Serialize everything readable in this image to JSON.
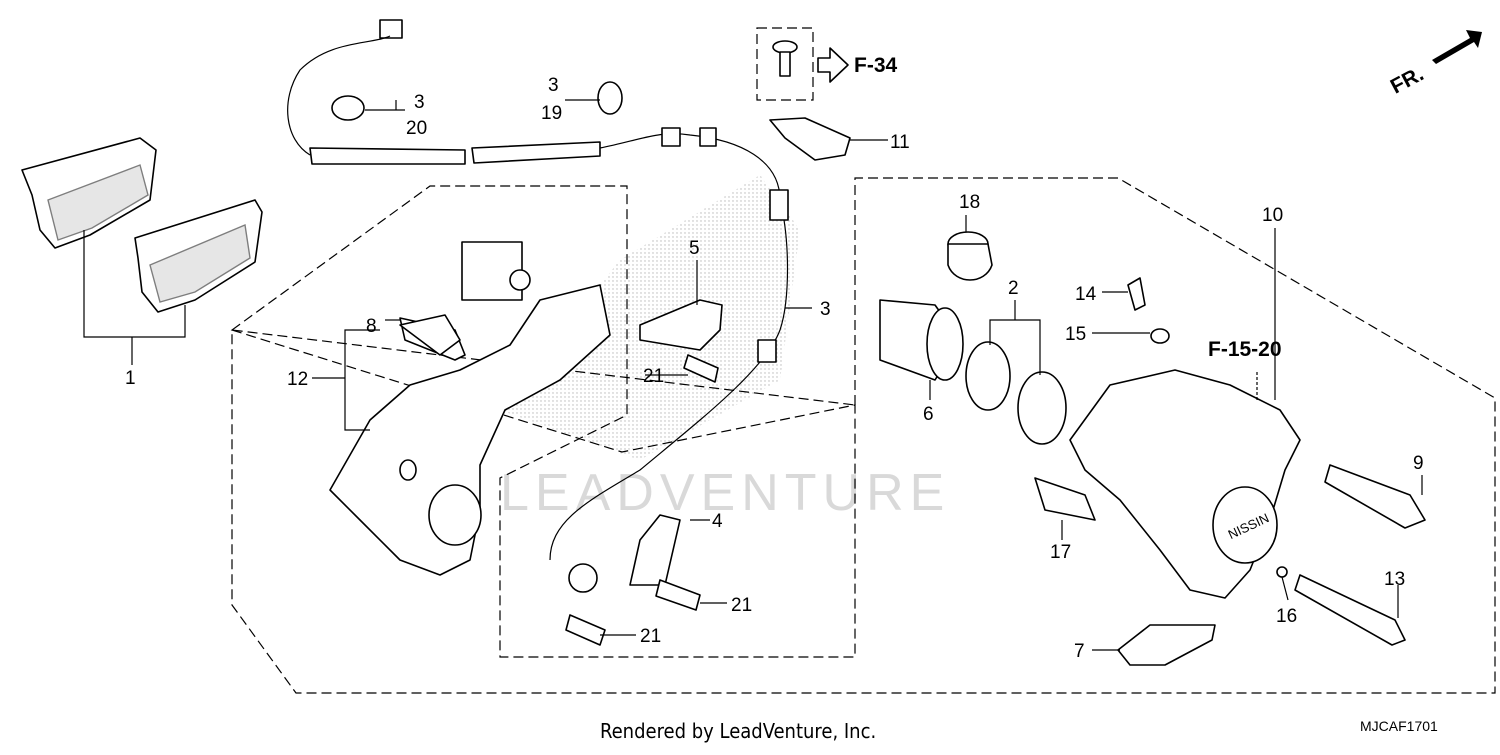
{
  "diagram": {
    "callouts": [
      {
        "id": "c1",
        "text": "1"
      },
      {
        "id": "c2",
        "text": "2"
      },
      {
        "id": "c3a",
        "text": "3"
      },
      {
        "id": "c20",
        "text": "20"
      },
      {
        "id": "c3b",
        "text": "3"
      },
      {
        "id": "c19",
        "text": "19"
      },
      {
        "id": "c3c",
        "text": "3"
      },
      {
        "id": "c4",
        "text": "4"
      },
      {
        "id": "c5",
        "text": "5"
      },
      {
        "id": "c6",
        "text": "6"
      },
      {
        "id": "c7",
        "text": "7"
      },
      {
        "id": "c8",
        "text": "8"
      },
      {
        "id": "c9",
        "text": "9"
      },
      {
        "id": "c10",
        "text": "10"
      },
      {
        "id": "c11",
        "text": "11"
      },
      {
        "id": "c12",
        "text": "12"
      },
      {
        "id": "c13",
        "text": "13"
      },
      {
        "id": "c14",
        "text": "14"
      },
      {
        "id": "c15",
        "text": "15"
      },
      {
        "id": "c16",
        "text": "16"
      },
      {
        "id": "c17",
        "text": "17"
      },
      {
        "id": "c18",
        "text": "18"
      },
      {
        "id": "c21a",
        "text": "21"
      },
      {
        "id": "c21b",
        "text": "21"
      },
      {
        "id": "c21c",
        "text": "21"
      }
    ],
    "references": {
      "f34": "F-34",
      "f1520": "F-15-20"
    },
    "direction_label": "FR.",
    "caliper_marking": "NISSIN",
    "watermark": "LEADVENTURE"
  },
  "footer": {
    "credit": "Rendered by LeadVenture, Inc.",
    "diagram_code": "MJCAF1701"
  }
}
